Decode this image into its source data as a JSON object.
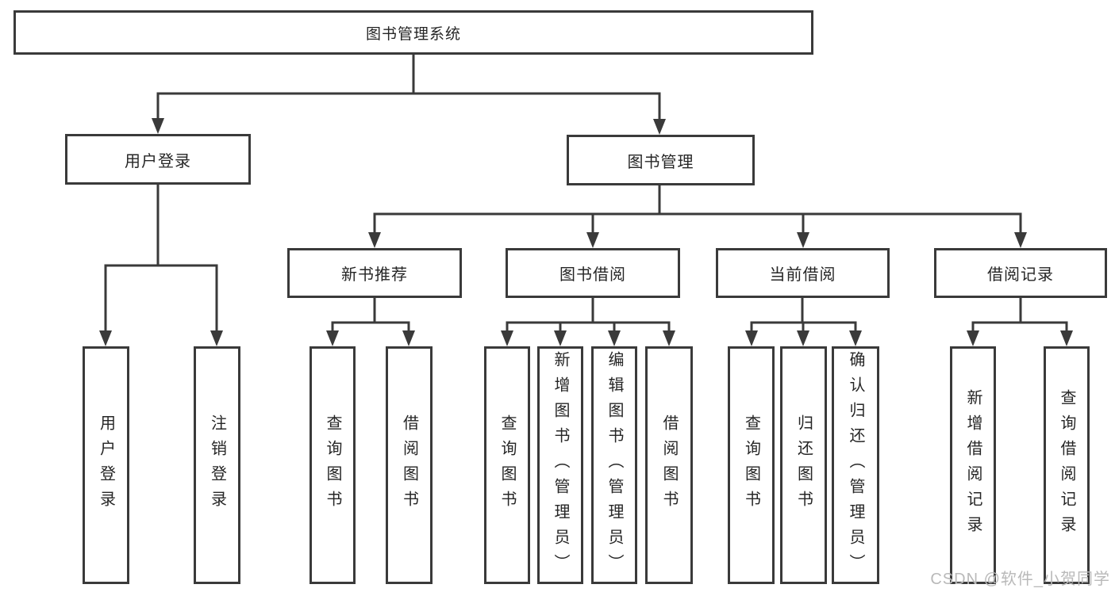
{
  "diagram": {
    "root": "图书管理系统",
    "level2": [
      "用户登录",
      "图书管理"
    ],
    "level3": [
      "新书推荐",
      "图书借阅",
      "当前借阅",
      "借阅记录"
    ],
    "leaves": {
      "user_login": [
        "用户登录",
        "注销登录"
      ],
      "new_book": [
        "查询图书",
        "借阅图书"
      ],
      "book_borrow": [
        "查询图书",
        "新增图书（管理员）",
        "编辑图书（管理员）",
        "借阅图书"
      ],
      "current_borrow": [
        "查询图书",
        "归还图书",
        "确认归还（管理员）"
      ],
      "borrow_record": [
        "新增借阅记录",
        "查询借阅记录"
      ]
    }
  },
  "watermark": "CSDN @软件_小贺同学",
  "colors": {
    "line": "#3a3a3a",
    "text": "#262626",
    "watermark_gray": "#b9b9b9"
  }
}
